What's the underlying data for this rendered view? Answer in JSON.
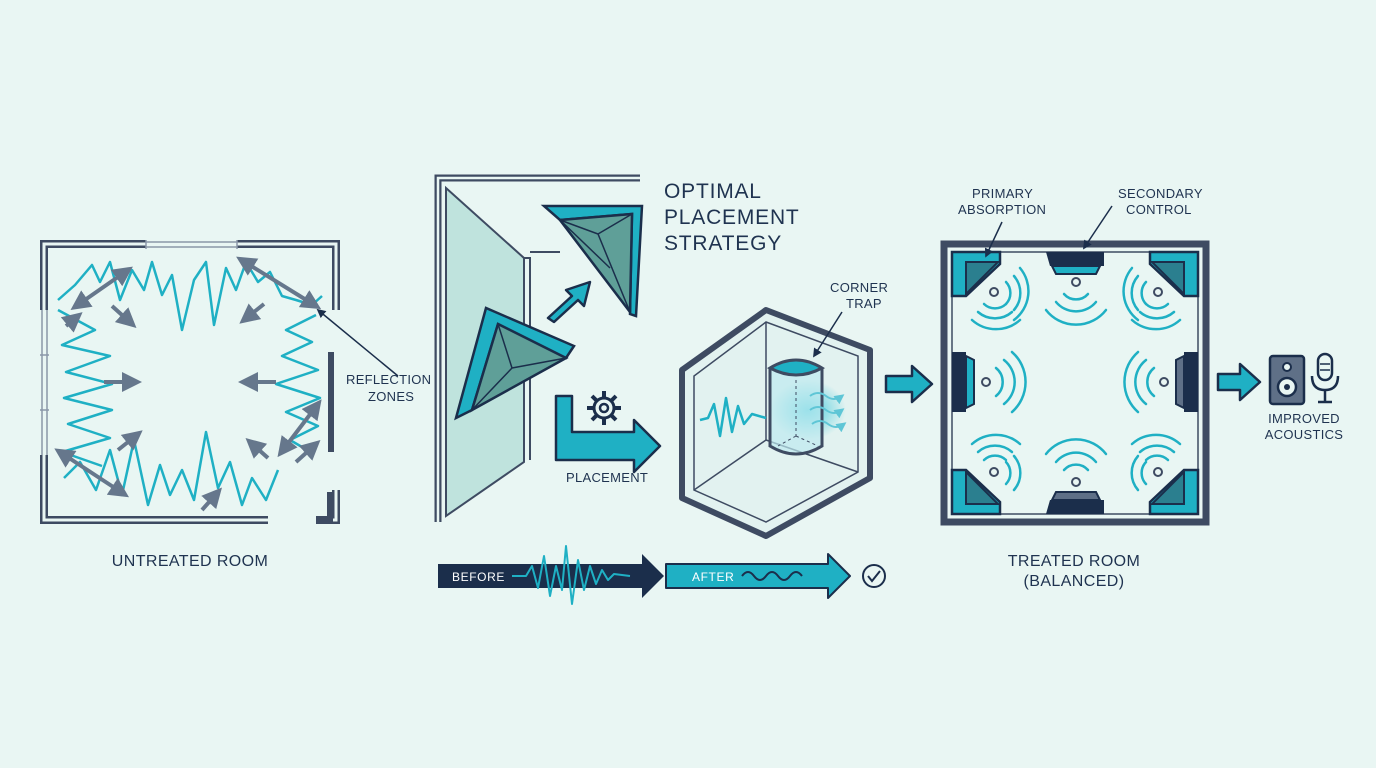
{
  "labels": {
    "untreated_room": "UNTREATED ROOM",
    "reflection_zones_1": "REFLECTION",
    "reflection_zones_2": "ZONES",
    "title_1": "OPTIMAL",
    "title_2": "PLACEMENT",
    "title_3": "STRATEGY",
    "placement": "PLACEMENT",
    "corner_trap_1": "CORNER",
    "corner_trap_2": "TRAP",
    "before": "BEFORE",
    "after": "AFTER",
    "primary_absorption_1": "PRIMARY",
    "primary_absorption_2": "ABSORPTION",
    "secondary_control_1": "SECONDARY",
    "secondary_control_2": "CONTROL",
    "treated_room_1": "TREATED ROOM",
    "treated_room_2": "(BALANCED)",
    "improved_acoustics_1": "IMPROVED",
    "improved_acoustics_2": "ACOUSTICS"
  },
  "icons": [
    "gear-icon",
    "speaker-icon",
    "microphone-icon",
    "check-circle-icon",
    "arrow-icon"
  ],
  "colors": {
    "background": "#e9f6f3",
    "outline": "#3e4b62",
    "accent": "#1fb0c4",
    "navy": "#1b2e4b",
    "gray_arrow": "#66778c"
  }
}
